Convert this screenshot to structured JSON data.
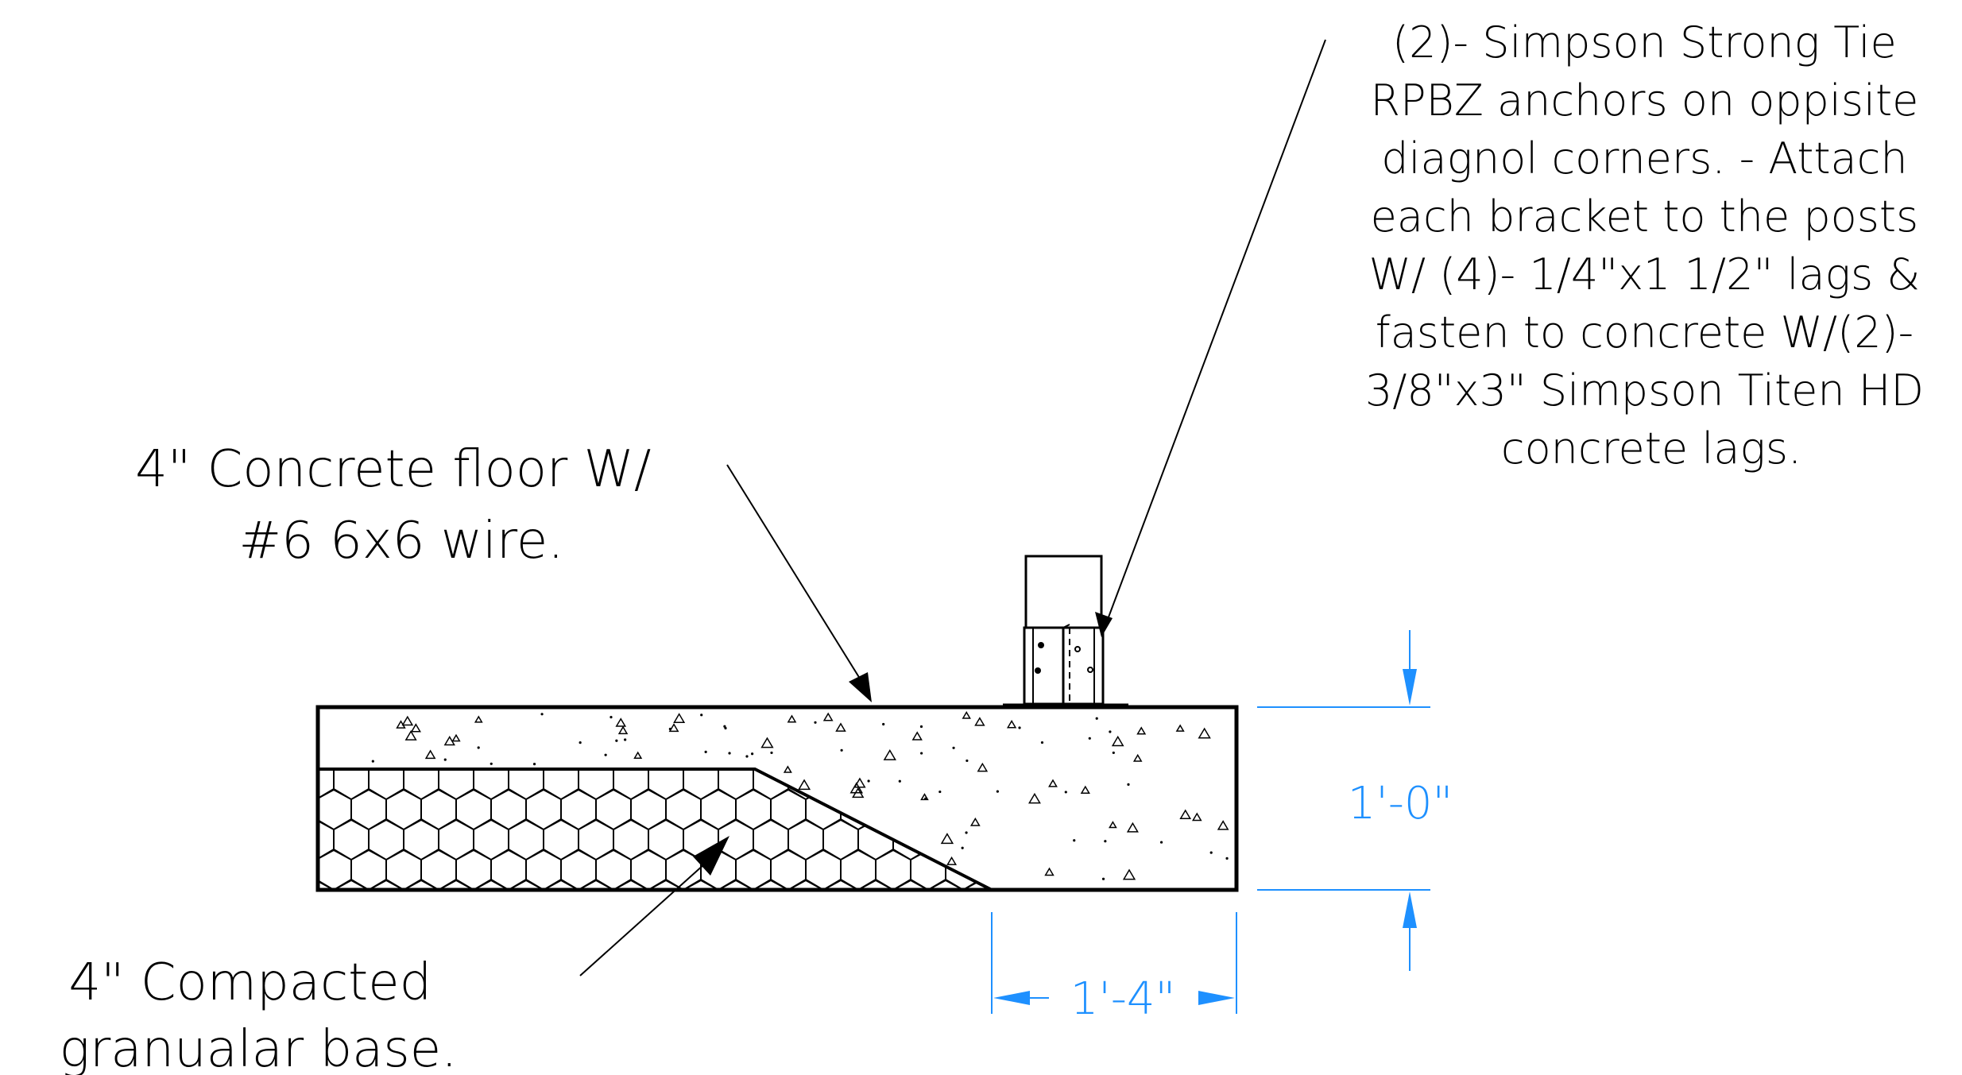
{
  "notes": {
    "anchor_note": [
      "(2)- Simpson Strong Tie",
      "RPBZ anchors on oppisite",
      "diagnol corners. - Attach",
      "each bracket to the posts",
      "W/ (4)- 1/4\"x1 1/2\" lags &",
      "fasten to concrete W/(2)-",
      "3/8\"x3\" Simpson Titen HD",
      "concrete lags."
    ],
    "floor_note": [
      "4\" Concrete floor W/",
      "#6 6x6 wire."
    ],
    "base_note": [
      "4\" Compacted",
      "granualar base."
    ]
  },
  "dimensions": {
    "thickness": "1'-0\"",
    "width": "1'-4\""
  },
  "colors": {
    "line": "#000000",
    "dimension": "#1e90ff",
    "background": "#ffffff"
  }
}
